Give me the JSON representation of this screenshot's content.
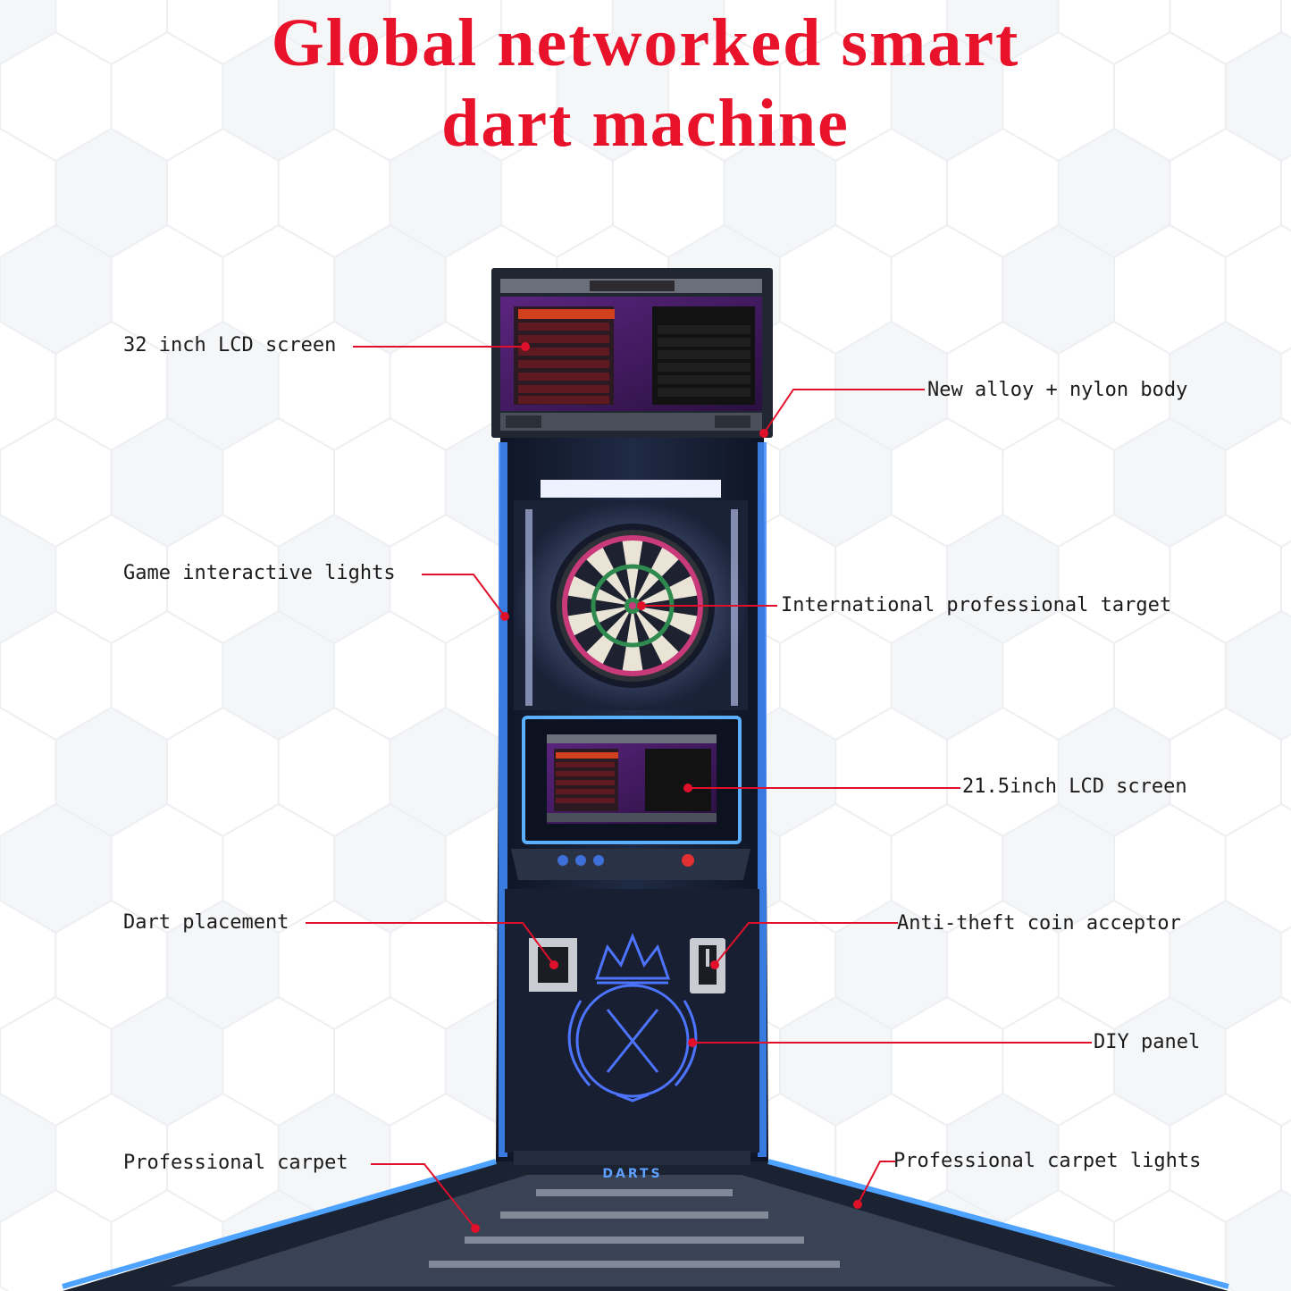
{
  "title": {
    "line1": "Global networked smart",
    "line2": "dart machine"
  },
  "callouts": [
    {
      "id": "lcd32",
      "text": "32 inch LCD screen"
    },
    {
      "id": "body",
      "text": "New alloy + nylon body"
    },
    {
      "id": "lights",
      "text": "Game interactive lights"
    },
    {
      "id": "target",
      "text": "International professional target"
    },
    {
      "id": "lcd21",
      "text": "21.5inch LCD screen"
    },
    {
      "id": "dartplace",
      "text": "Dart placement"
    },
    {
      "id": "coin",
      "text": "Anti-theft coin acceptor"
    },
    {
      "id": "diy",
      "text": "DIY panel"
    },
    {
      "id": "carpet",
      "text": "Professional carpet"
    },
    {
      "id": "carpetlights",
      "text": "Professional carpet lights"
    }
  ],
  "colors": {
    "accent": "#e8132b",
    "leader": "#e0102a",
    "cabinet": "#1a2238",
    "neon": "#3f8cff",
    "screen_purple": "#4a1f6e"
  },
  "icons": [
    "dartboard-icon",
    "crown-logo-icon",
    "coin-slot-icon",
    "dart-holder-icon"
  ]
}
